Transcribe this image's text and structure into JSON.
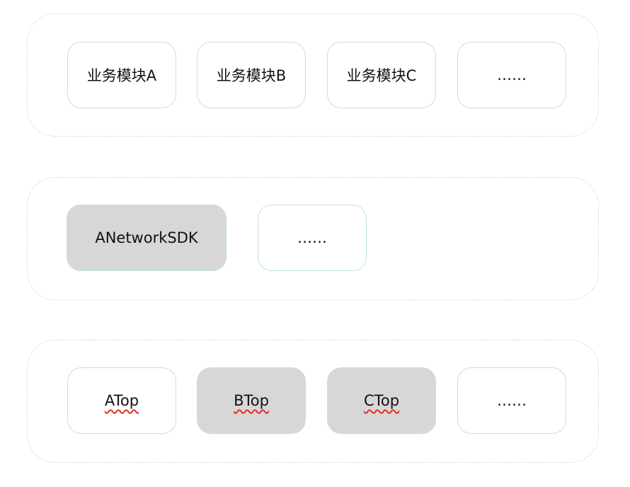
{
  "layers": [
    {
      "boxes": [
        {
          "label": "业务模块A"
        },
        {
          "label": "业务模块B"
        },
        {
          "label": "业务模块C"
        },
        {
          "label": "……"
        }
      ]
    },
    {
      "boxes": [
        {
          "label": "ANetworkSDK"
        },
        {
          "label": "……"
        }
      ]
    },
    {
      "boxes": [
        {
          "label": "ATop"
        },
        {
          "label": "BTop"
        },
        {
          "label": "CTop"
        },
        {
          "label": "……"
        }
      ]
    }
  ],
  "colors": {
    "border": "#bfe3dd",
    "layer_border": "#c9e4e0",
    "gray_fill": "#d8d7d8",
    "spellcheck": "#e0302c"
  }
}
